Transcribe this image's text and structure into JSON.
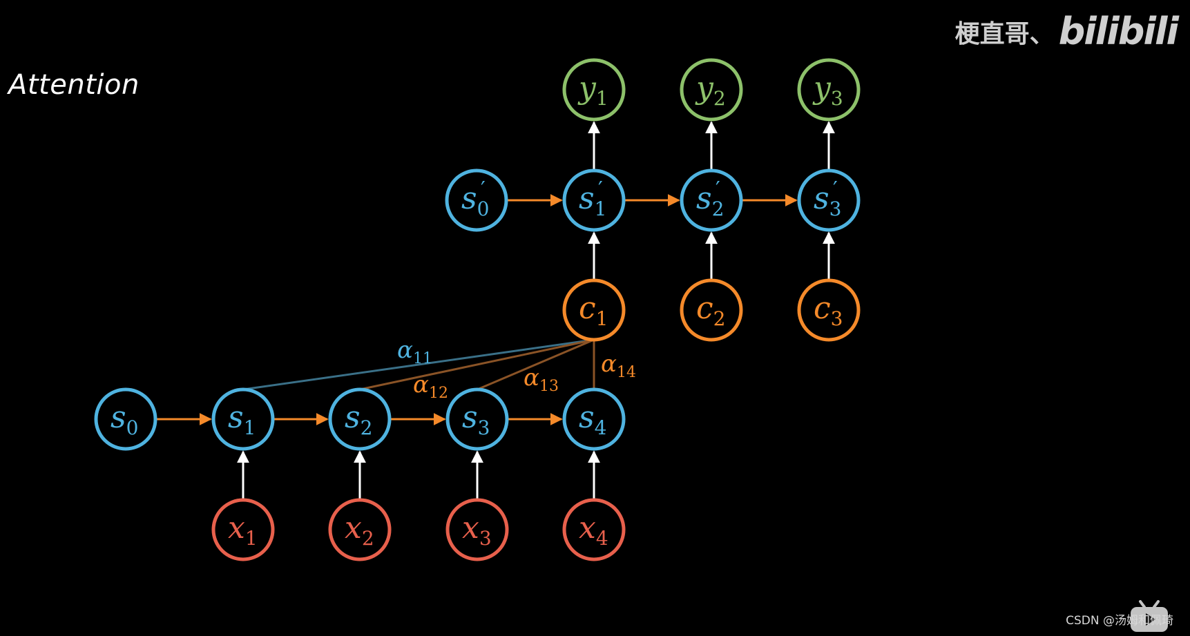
{
  "title": "Attention",
  "watermark": {
    "author": "梗直哥、",
    "logo": "bilibili"
  },
  "credit": "CSDN @汤姆和佩琦",
  "colors": {
    "background": "#000000",
    "blue": "#4fb3e0",
    "orange": "#f58a2a",
    "red": "#e8604c",
    "green": "#8dc16a",
    "white": "#ffffff",
    "edge_a11": "#3a7088",
    "edge_other": "#8a5326"
  },
  "nodes": [
    {
      "id": "y1",
      "base": "y",
      "sub": "1",
      "prime": "",
      "color": "green"
    },
    {
      "id": "y2",
      "base": "y",
      "sub": "2",
      "prime": "",
      "color": "green"
    },
    {
      "id": "y3",
      "base": "y",
      "sub": "3",
      "prime": "",
      "color": "green"
    },
    {
      "id": "sp0",
      "base": "s",
      "sub": "0",
      "prime": "′",
      "color": "blue"
    },
    {
      "id": "sp1",
      "base": "s",
      "sub": "1",
      "prime": "′",
      "color": "blue"
    },
    {
      "id": "sp2",
      "base": "s",
      "sub": "2",
      "prime": "′",
      "color": "blue"
    },
    {
      "id": "sp3",
      "base": "s",
      "sub": "3",
      "prime": "′",
      "color": "blue"
    },
    {
      "id": "c1",
      "base": "c",
      "sub": "1",
      "prime": "",
      "color": "orange"
    },
    {
      "id": "c2",
      "base": "c",
      "sub": "2",
      "prime": "",
      "color": "orange"
    },
    {
      "id": "c3",
      "base": "c",
      "sub": "3",
      "prime": "",
      "color": "orange"
    },
    {
      "id": "s0",
      "base": "s",
      "sub": "0",
      "prime": "",
      "color": "blue"
    },
    {
      "id": "s1",
      "base": "s",
      "sub": "1",
      "prime": "",
      "color": "blue"
    },
    {
      "id": "s2",
      "base": "s",
      "sub": "2",
      "prime": "",
      "color": "blue"
    },
    {
      "id": "s3",
      "base": "s",
      "sub": "3",
      "prime": "",
      "color": "blue"
    },
    {
      "id": "s4",
      "base": "s",
      "sub": "4",
      "prime": "",
      "color": "blue"
    },
    {
      "id": "x1",
      "base": "x",
      "sub": "1",
      "prime": "",
      "color": "red"
    },
    {
      "id": "x2",
      "base": "x",
      "sub": "2",
      "prime": "",
      "color": "red"
    },
    {
      "id": "x3",
      "base": "x",
      "sub": "3",
      "prime": "",
      "color": "red"
    },
    {
      "id": "x4",
      "base": "x",
      "sub": "4",
      "prime": "",
      "color": "red"
    }
  ],
  "arrows": [
    {
      "from": "s0",
      "to": "s1",
      "color": "orange"
    },
    {
      "from": "s1",
      "to": "s2",
      "color": "orange"
    },
    {
      "from": "s2",
      "to": "s3",
      "color": "orange"
    },
    {
      "from": "s3",
      "to": "s4",
      "color": "orange"
    },
    {
      "from": "sp0",
      "to": "sp1",
      "color": "orange"
    },
    {
      "from": "sp1",
      "to": "sp2",
      "color": "orange"
    },
    {
      "from": "sp2",
      "to": "sp3",
      "color": "orange"
    },
    {
      "from": "x1",
      "to": "s1",
      "color": "white"
    },
    {
      "from": "x2",
      "to": "s2",
      "color": "white"
    },
    {
      "from": "x3",
      "to": "s3",
      "color": "white"
    },
    {
      "from": "x4",
      "to": "s4",
      "color": "white"
    },
    {
      "from": "c1",
      "to": "sp1",
      "color": "white"
    },
    {
      "from": "c2",
      "to": "sp2",
      "color": "white"
    },
    {
      "from": "c3",
      "to": "sp3",
      "color": "white"
    },
    {
      "from": "sp1",
      "to": "y1",
      "color": "white"
    },
    {
      "from": "sp2",
      "to": "y2",
      "color": "white"
    },
    {
      "from": "sp3",
      "to": "y3",
      "color": "white"
    }
  ],
  "attention_edges": [
    {
      "from": "s1",
      "to": "c1",
      "base": "α",
      "sub": "11",
      "color": "edge_a11",
      "label_color": "blue"
    },
    {
      "from": "s2",
      "to": "c1",
      "base": "α",
      "sub": "12",
      "color": "edge_other",
      "label_color": "orange"
    },
    {
      "from": "s3",
      "to": "c1",
      "base": "α",
      "sub": "13",
      "color": "edge_other",
      "label_color": "orange"
    },
    {
      "from": "s4",
      "to": "c1",
      "base": "α",
      "sub": "14",
      "color": "edge_other",
      "label_color": "orange"
    }
  ]
}
